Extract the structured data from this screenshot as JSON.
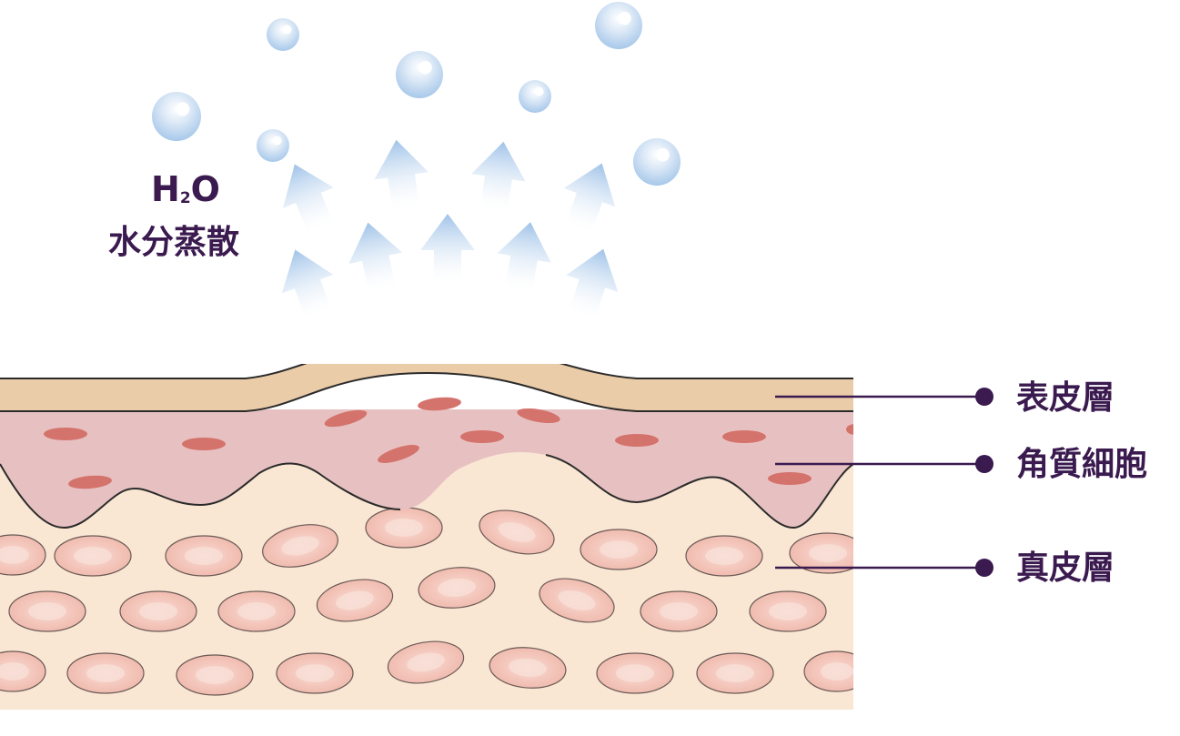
{
  "colors": {
    "label": "#3a1a4f",
    "line": "#3a1a4f",
    "epidermis": "#ebcca8",
    "keratin_layer": "#e7c1c1",
    "keratin_cell": "#d4736c",
    "dermis": "#f9e6d3",
    "dermis_cell": "#f5c8bd",
    "droplet": "#9fc3e8",
    "arrow": "#a9c9ea"
  },
  "evaporation": {
    "formula_h": "H",
    "formula_sub": "2",
    "formula_o": "O",
    "caption": "水分蒸散"
  },
  "layers": [
    {
      "id": "epidermis",
      "label": "表皮層"
    },
    {
      "id": "keratinocytes",
      "label": "角質細胞"
    },
    {
      "id": "dermis",
      "label": "真皮層"
    }
  ]
}
